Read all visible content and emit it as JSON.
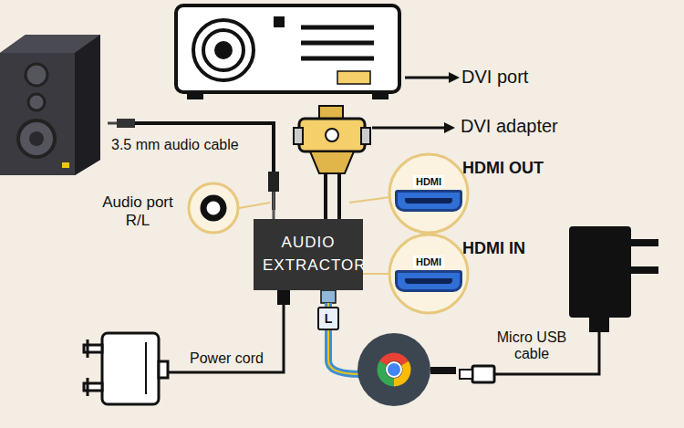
{
  "diagram": {
    "nodes": [
      {
        "text": [
          "AUDIO EXTRACTOR"
        ]
      },
      {
        "text": [
          "HDMI"
        ]
      },
      {
        "text": [
          "HDMI"
        ]
      }
    ],
    "labels": [
      "DVI port",
      "DVI adapter",
      "3.5 mm audio cable",
      "HDMI OUT",
      "Audio port R/L",
      "HDMI IN",
      "L",
      "Power cord",
      "Micro USB cable"
    ]
  }
}
